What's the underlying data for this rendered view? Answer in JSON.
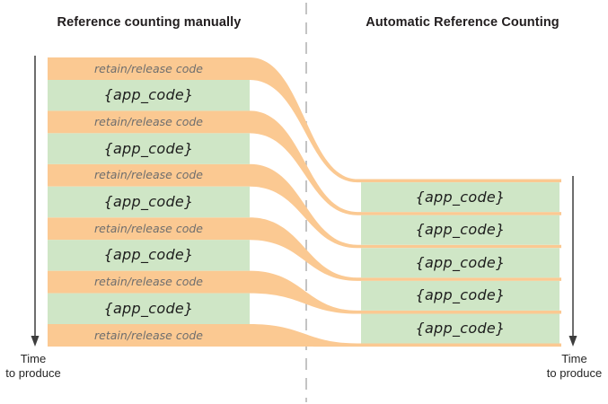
{
  "titles": {
    "left": "Reference counting manually",
    "right": "Automatic Reference Counting"
  },
  "left_stack": {
    "rows": [
      "retain/release code",
      "{app_code}",
      "retain/release code",
      "{app_code}",
      "retain/release code",
      "{app_code}",
      "retain/release code",
      "{app_code}",
      "retain/release code",
      "{app_code}",
      "retain/release code"
    ]
  },
  "right_stack": {
    "rows": [
      "{app_code}",
      "{app_code}",
      "{app_code}",
      "{app_code}",
      "{app_code}"
    ]
  },
  "axes": {
    "left_time_label": "Time\nto produce",
    "right_time_label": "Time\nto produce"
  },
  "colors": {
    "orange": "#FBC992",
    "green": "#CFE6C6",
    "dash": "#ABABAB",
    "arrow": "#3D3D3D",
    "header_text": "#211D1E",
    "code_text": "#1C1C1C",
    "retain_text": "#6E6E6E"
  }
}
